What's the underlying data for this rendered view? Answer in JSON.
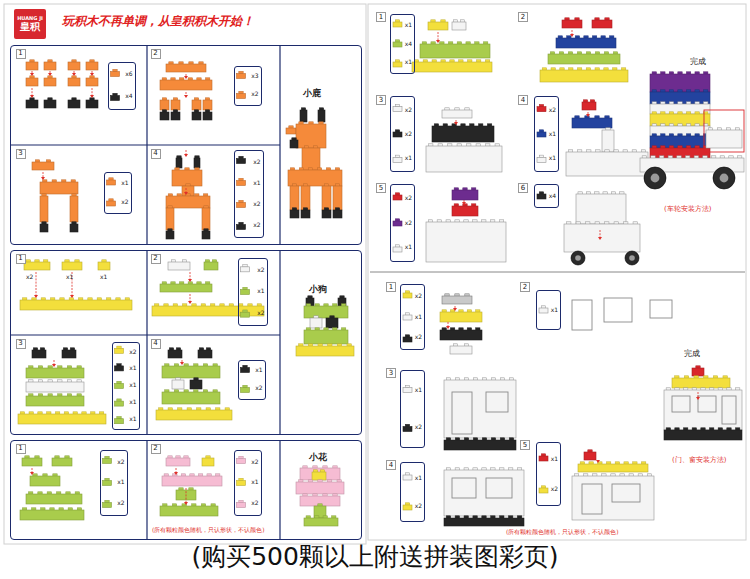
{
  "diagram": {
    "title": "玩积木不再单调，从皇积积木开始！",
    "caption": "(购买500颗以上附送拼装图彩页)",
    "nodes": [
      {
        "text": [
          "HUANG JI",
          "皇积"
        ]
      },
      {
        "text": [
          "小鹿"
        ]
      },
      {
        "text": [
          "1"
        ],
        "in": 1
      },
      {
        "text": [
          "x6",
          "x4"
        ],
        "in": 1
      },
      {
        "text": [
          "2"
        ],
        "in": 1
      },
      {
        "text": [
          "x3",
          "x2"
        ],
        "in": 1
      },
      {
        "text": [
          "3"
        ],
        "in": 1
      },
      {
        "text": [
          "x1",
          "x2"
        ],
        "in": 1
      },
      {
        "text": [
          "4"
        ],
        "in": 1
      },
      {
        "text": [
          "x2",
          "x1",
          "x2",
          "x2"
        ],
        "in": 1
      },
      {
        "text": [
          "小狗"
        ]
      },
      {
        "text": [
          "1"
        ],
        "in": 10
      },
      {
        "text": [
          "2"
        ],
        "in": 10
      },
      {
        "text": [
          "x2",
          "x1",
          "x2"
        ],
        "in": 10
      },
      {
        "text": [
          "3"
        ],
        "in": 10
      },
      {
        "text": [
          "x2",
          "x1",
          "x1",
          "x1",
          "x1"
        ],
        "in": 10
      },
      {
        "text": [
          "4"
        ],
        "in": 10
      },
      {
        "text": [
          "x1",
          "x2"
        ],
        "in": 10
      },
      {
        "text": [
          "小花"
        ]
      },
      {
        "text": [
          "1"
        ],
        "in": 18
      },
      {
        "text": [
          "x2",
          "x1",
          "x2"
        ],
        "in": 18
      },
      {
        "text": [
          "2"
        ],
        "in": 18
      },
      {
        "text": [
          "x2",
          "x1",
          "x2"
        ],
        "in": 18
      },
      {
        "text": [
          "1"
        ]
      },
      {
        "text": [
          "x1",
          "x4",
          "x1"
        ]
      },
      {
        "text": [
          "2"
        ]
      },
      {
        "text": [
          "3"
        ]
      },
      {
        "text": [
          "x2",
          "x2",
          "x1"
        ]
      },
      {
        "text": [
          "4"
        ]
      },
      {
        "text": [
          "x2",
          "x1",
          "x1"
        ]
      },
      {
        "text": [
          "5"
        ]
      },
      {
        "text": [
          "x2",
          "x2",
          "x1"
        ]
      },
      {
        "text": [
          "6"
        ]
      },
      {
        "text": [
          "x4"
        ]
      },
      {
        "text": [
          "1"
        ]
      },
      {
        "text": [
          "x2",
          "x1",
          "x2"
        ]
      },
      {
        "text": [
          "2"
        ]
      },
      {
        "text": [
          "x1"
        ]
      },
      {
        "text": [
          "3"
        ]
      },
      {
        "text": [
          "x1",
          "x2"
        ]
      },
      {
        "text": [
          "4"
        ]
      },
      {
        "text": [
          "x1",
          "x2"
        ]
      },
      {
        "text": [
          "5"
        ]
      },
      {
        "text": [
          "x1",
          "x2"
        ]
      }
    ],
    "labels": [
      "x2",
      "x1",
      "x1",
      "完成",
      "(车轮安装方法)",
      "(所有颗粒颜色随机，只认形状，不认颜色)",
      "完成",
      "(门、窗安装方法)",
      "(所有颗粒颜色随机，只认形状，不认颜色)"
    ]
  }
}
